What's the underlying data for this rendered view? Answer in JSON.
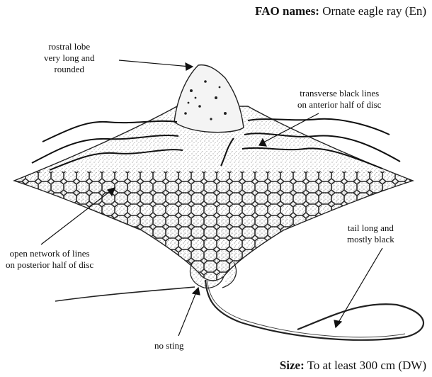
{
  "header": {
    "fao_label": "FAO names:",
    "fao_value": "Ornate eagle ray (En)"
  },
  "footer": {
    "size_label": "Size:",
    "size_value": "To at least 300 cm (DW)"
  },
  "annotations": {
    "rostral": [
      "rostral lobe",
      "very long and",
      "rounded"
    ],
    "transverse": [
      "transverse black lines",
      "on anterior half of disc"
    ],
    "network": [
      "open network of lines",
      "on posterior half of disc"
    ],
    "tail": [
      "tail long and",
      "mostly black"
    ],
    "sting": [
      "no sting"
    ]
  }
}
